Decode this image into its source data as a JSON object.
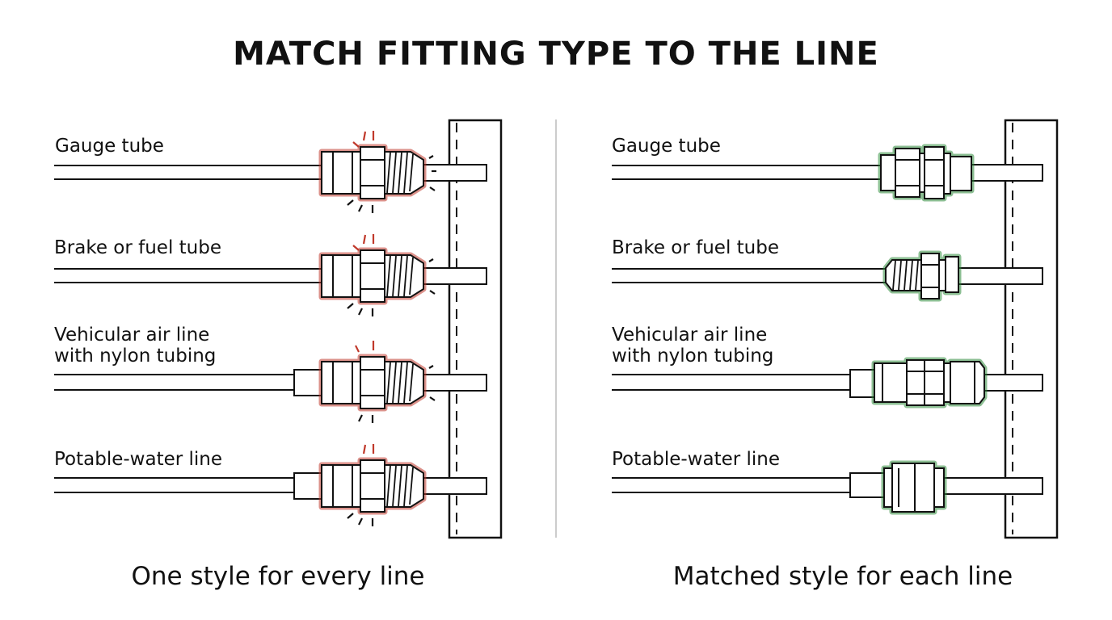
{
  "title": "MATCH FITTING TYPE TO THE LINE",
  "colors": {
    "stroke": "#111111",
    "mismatch": "#c0392b",
    "match": "#2e8b3a",
    "divider": "#bbbbbb"
  },
  "panels": [
    {
      "caption": "One style for every line",
      "status": "mismatch",
      "rows": [
        {
          "label_lines": [
            "Gauge tube"
          ],
          "fitting": "flare"
        },
        {
          "label_lines": [
            "Brake or fuel tube"
          ],
          "fitting": "flare"
        },
        {
          "label_lines": [
            "Vehicular air line",
            "with nylon tubing"
          ],
          "fitting": "flare"
        },
        {
          "label_lines": [
            "Potable-water line"
          ],
          "fitting": "flare"
        }
      ]
    },
    {
      "caption": "Matched style for each line",
      "status": "match",
      "rows": [
        {
          "label_lines": [
            "Gauge tube"
          ],
          "fitting": "compression"
        },
        {
          "label_lines": [
            "Brake or fuel tube"
          ],
          "fitting": "inverted-flare"
        },
        {
          "label_lines": [
            "Vehicular air line",
            "with nylon tubing"
          ],
          "fitting": "push-to-connect"
        },
        {
          "label_lines": [
            "Potable-water line"
          ],
          "fitting": "push-fit"
        }
      ]
    }
  ]
}
